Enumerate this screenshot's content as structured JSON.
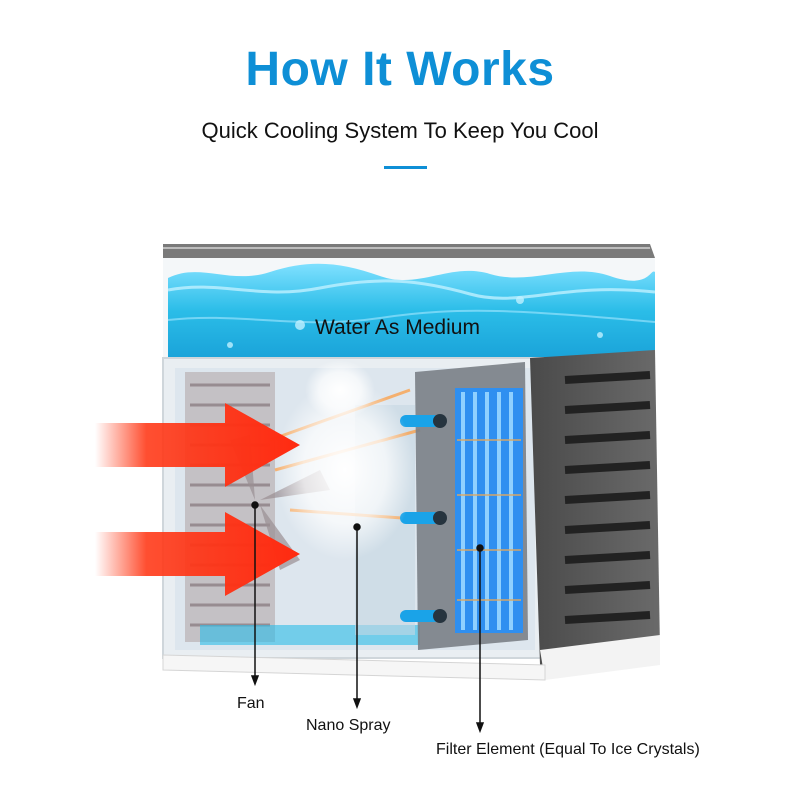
{
  "header": {
    "title": "How It Works",
    "subtitle": "Quick Cooling System To Keep You Cool"
  },
  "diagram": {
    "water_label": "Water As Medium",
    "callouts": {
      "fan": "Fan",
      "nano_spray": "Nano Spray",
      "filter": "Filter Element (Equal To Ice Crystals)"
    }
  },
  "colors": {
    "accent": "#0e8fd6",
    "water": "#2bbde8",
    "hot_air": "#ff3b1a",
    "filter": "#2f8ff0",
    "housing": "#5a5a5a"
  }
}
